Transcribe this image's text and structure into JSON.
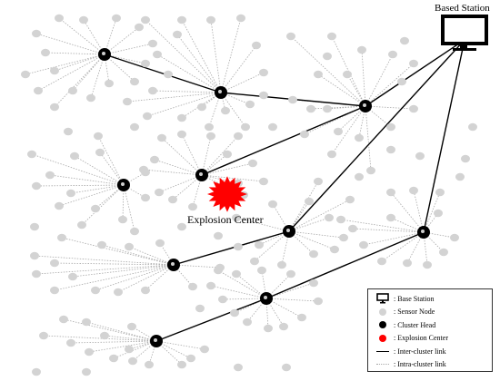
{
  "base_station": {
    "label": "Based Station"
  },
  "explosion": {
    "label": "Explosion Center"
  },
  "colors": {
    "sensor": "#d3d3d3",
    "cluster_head": "#000000",
    "explosion": "#ff0000",
    "inter_link": "#000000",
    "intra_link": "#a8a8a8"
  },
  "legend": {
    "items": [
      {
        "symbol": "monitor-icon",
        "label": ": Base Station"
      },
      {
        "symbol": "gray-dot",
        "label": ": Sensor Node"
      },
      {
        "symbol": "black-dot",
        "label": ": Cluster Head"
      },
      {
        "symbol": "red-dot",
        "label": ": Explosion Center"
      },
      {
        "symbol": "solid-line",
        "label": ": Inter-cluster link"
      },
      {
        "symbol": "dotted-line",
        "label": ": Intra-cluster link"
      }
    ]
  }
}
